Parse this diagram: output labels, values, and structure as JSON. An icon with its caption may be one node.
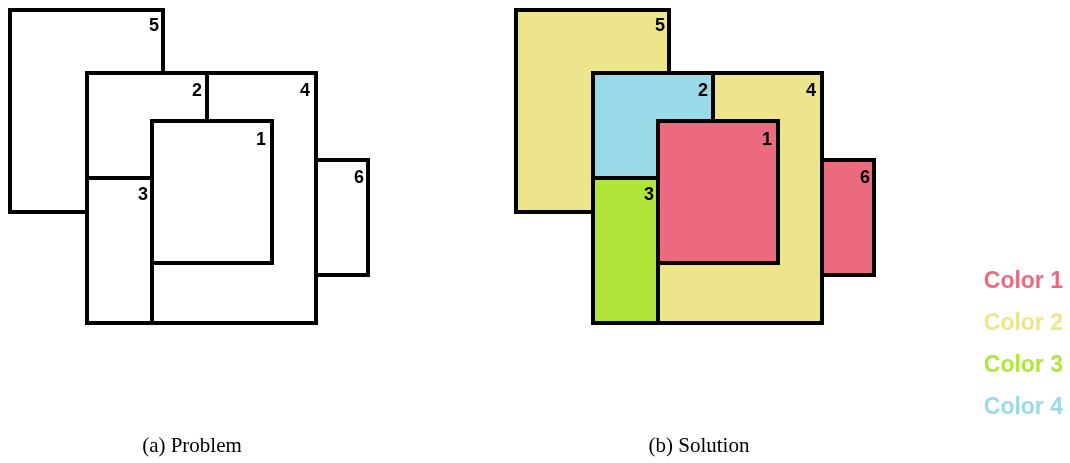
{
  "diagram": {
    "nodes": [
      {
        "text": [
          "5"
        ]
      },
      {
        "text": [
          "2"
        ]
      },
      {
        "text": [
          "4"
        ]
      },
      {
        "text": [
          "1"
        ]
      },
      {
        "text": [
          "3"
        ]
      },
      {
        "text": [
          "6"
        ]
      },
      {
        "text": [
          "5"
        ]
      },
      {
        "text": [
          "2"
        ]
      },
      {
        "text": [
          "4"
        ]
      },
      {
        "text": [
          "1"
        ]
      },
      {
        "text": [
          "3"
        ]
      },
      {
        "text": [
          "6"
        ]
      }
    ],
    "labels": [
      "(a) Problem",
      "(b) Solution"
    ],
    "legend": [
      {
        "text": "Color 1",
        "color": "#ec6a7f"
      },
      {
        "text": "Color 2",
        "color": "#ede58c"
      },
      {
        "text": "Color 3",
        "color": "#b0e639"
      },
      {
        "text": "Color 4",
        "color": "#99d9e8"
      }
    ]
  }
}
